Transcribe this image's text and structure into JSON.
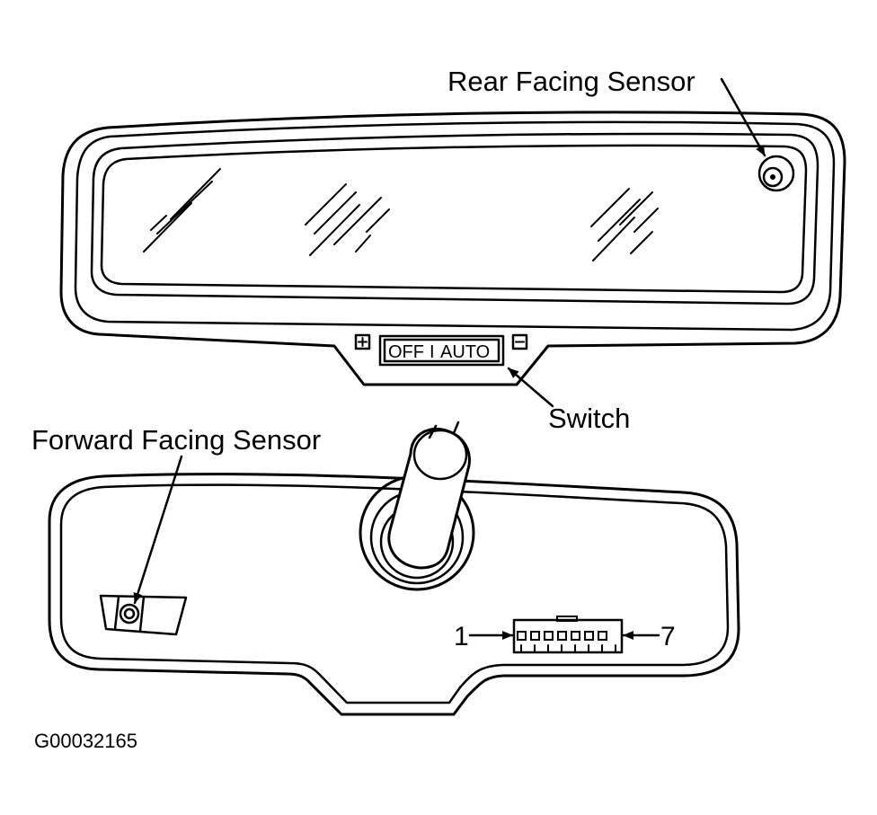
{
  "labels": {
    "rear_sensor": "Rear Facing Sensor",
    "forward_sensor": "Forward Facing Sensor",
    "switch": "Switch",
    "pin_first": "1",
    "pin_last": "7",
    "figure_code": "G00032165"
  },
  "switch_panel": {
    "off": "OFF",
    "separator": "I",
    "auto": "AUTO"
  },
  "colors": {
    "line": "#000000",
    "background": "#ffffff"
  }
}
